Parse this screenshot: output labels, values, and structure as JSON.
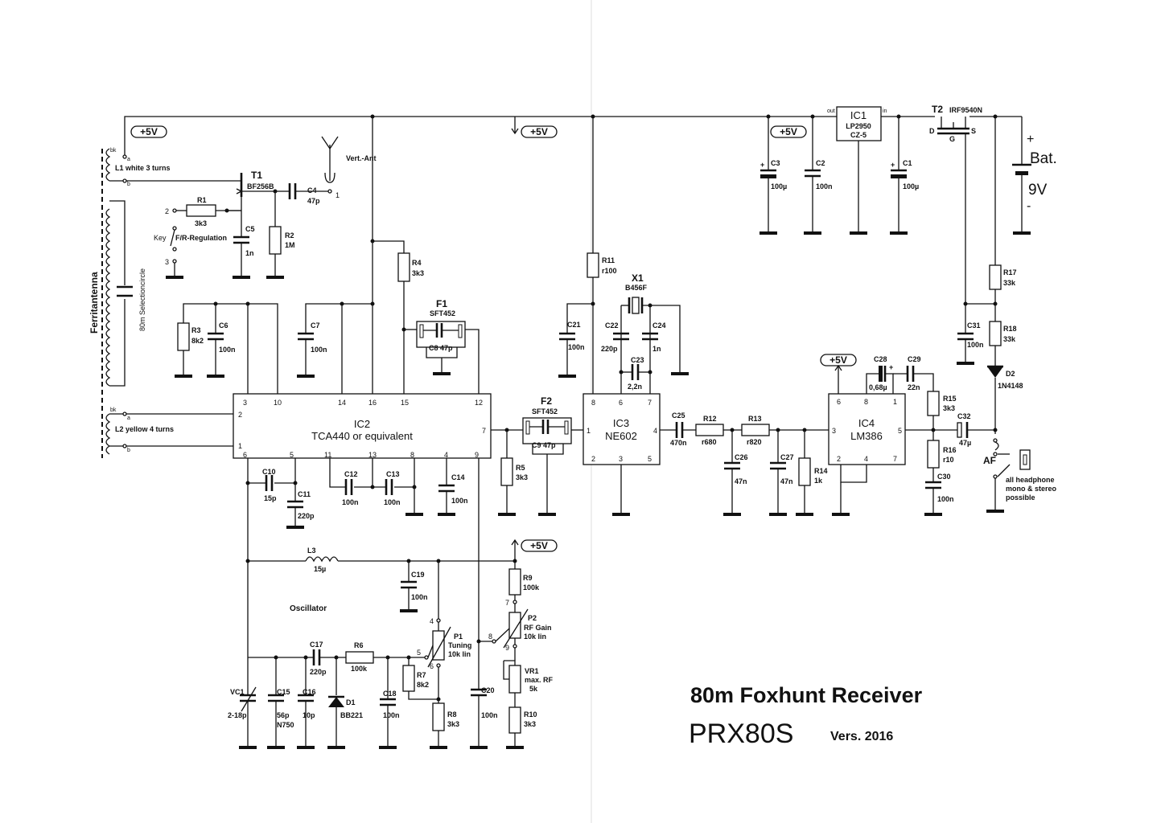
{
  "title": {
    "main": "80m Foxhunt Receiver",
    "model": "PRX80S",
    "version": "Vers. 2016"
  },
  "supply": {
    "rail": "+5V",
    "battery_plus": "+",
    "battery_label": "Bat.",
    "battery_voltage": "9V",
    "battery_minus": "-"
  },
  "antenna": {
    "ferrite": "Ferritantenna",
    "selection": "80m Selectioncircle",
    "l1": "L1 white  3 turns",
    "l2": "L2 yellow  4 turns",
    "bk": "bk",
    "a": "a",
    "b": "b",
    "vert": "Vert.-Ant",
    "pin1": "1",
    "pin2": "2",
    "pin3": "3",
    "key": "Key",
    "fr": "F/R-Regulation"
  },
  "ics": {
    "ic1": {
      "name": "IC1",
      "part1": "LP2950",
      "part2": "CZ-5",
      "out": "out",
      "in": "in"
    },
    "ic2": {
      "name": "IC2",
      "part": "TCA440 or equivalent"
    },
    "ic3": {
      "name": "IC3",
      "part": "NE602"
    },
    "ic4": {
      "name": "IC4",
      "part": "LM386"
    }
  },
  "ic2_pins": [
    "3",
    "10",
    "14",
    "16",
    "15",
    "12",
    "2",
    "1",
    "7",
    "6",
    "5",
    "11",
    "13",
    "8",
    "4",
    "9"
  ],
  "ic3_pins": [
    "8",
    "6",
    "7",
    "1",
    "4",
    "2",
    "3",
    "5"
  ],
  "ic4_pins": [
    "6",
    "8",
    "1",
    "3",
    "5",
    "2",
    "4",
    "7"
  ],
  "transistors": {
    "t1": {
      "name": "T1",
      "part": "BF256B"
    },
    "t2": {
      "name": "T2",
      "part": "IRF9540N",
      "d": "D",
      "s": "S",
      "g": "G"
    }
  },
  "filters": {
    "f1": {
      "name": "F1",
      "part": "SFT452",
      "cap": "C8 47p"
    },
    "f2": {
      "name": "F2",
      "part": "SFT452",
      "cap": "C9 47p"
    },
    "x1": {
      "name": "X1",
      "part": "B456F"
    }
  },
  "components": {
    "R1": {
      "ref": "R1",
      "val": "3k3"
    },
    "R2": {
      "ref": "R2",
      "val": "1M"
    },
    "R3": {
      "ref": "R3",
      "val": "8k2"
    },
    "R4": {
      "ref": "R4",
      "val": "3k3"
    },
    "R5": {
      "ref": "R5",
      "val": "3k3"
    },
    "R6": {
      "ref": "R6",
      "val": "100k"
    },
    "R7": {
      "ref": "R7",
      "val": "8k2"
    },
    "R8": {
      "ref": "R8",
      "val": "3k3"
    },
    "R9": {
      "ref": "R9",
      "val": "100k"
    },
    "R10": {
      "ref": "R10",
      "val": "3k3"
    },
    "R11": {
      "ref": "R11",
      "val": "r100"
    },
    "R12": {
      "ref": "R12",
      "val": "r680"
    },
    "R13": {
      "ref": "R13",
      "val": "r820"
    },
    "R14": {
      "ref": "R14",
      "val": "1k"
    },
    "R15": {
      "ref": "R15",
      "val": "3k3"
    },
    "R16": {
      "ref": "R16",
      "val": "r10"
    },
    "R17": {
      "ref": "R17",
      "val": "33k"
    },
    "R18": {
      "ref": "R18",
      "val": "33k"
    },
    "C1": {
      "ref": "C1",
      "val": "100µ"
    },
    "C2": {
      "ref": "C2",
      "val": "100n"
    },
    "C3": {
      "ref": "C3",
      "val": "100µ"
    },
    "C4": {
      "ref": "C4",
      "val": "47p"
    },
    "C5": {
      "ref": "C5",
      "val": "1n"
    },
    "C6": {
      "ref": "C6",
      "val": "100n"
    },
    "C7": {
      "ref": "C7",
      "val": "100n"
    },
    "C10": {
      "ref": "C10",
      "val": "15p"
    },
    "C11": {
      "ref": "C11",
      "val": "220p"
    },
    "C12": {
      "ref": "C12",
      "val": "100n"
    },
    "C13": {
      "ref": "C13",
      "val": "100n"
    },
    "C14": {
      "ref": "C14",
      "val": "100n"
    },
    "C15": {
      "ref": "C15",
      "val": "56p",
      "val2": "N750"
    },
    "C16": {
      "ref": "C16",
      "val": "10p"
    },
    "C17": {
      "ref": "C17",
      "val": "220p"
    },
    "C18": {
      "ref": "C18",
      "val": "100n"
    },
    "C19": {
      "ref": "C19",
      "val": "100n"
    },
    "C20": {
      "ref": "C20",
      "val": "100n"
    },
    "C21": {
      "ref": "C21",
      "val": "100n"
    },
    "C22": {
      "ref": "C22",
      "val": "220p"
    },
    "C23": {
      "ref": "C23",
      "val": "2,2n"
    },
    "C24": {
      "ref": "C24",
      "val": "1n"
    },
    "C25": {
      "ref": "C25",
      "val": "470n"
    },
    "C26": {
      "ref": "C26",
      "val": "47n"
    },
    "C27": {
      "ref": "C27",
      "val": "47n"
    },
    "C28": {
      "ref": "C28",
      "val": "0,68µ"
    },
    "C29": {
      "ref": "C29",
      "val": "22n"
    },
    "C30": {
      "ref": "C30",
      "val": "100n"
    },
    "C31": {
      "ref": "C31",
      "val": "100n"
    },
    "C32": {
      "ref": "C32",
      "val": "47µ"
    },
    "L3": {
      "ref": "L3",
      "val": "15µ"
    },
    "VC1": {
      "ref": "VC1",
      "val": "2-18p"
    },
    "D1": {
      "ref": "D1",
      "val": "BB221"
    },
    "D2": {
      "ref": "D2",
      "val": "1N4148"
    }
  },
  "pots": {
    "p1": {
      "ref": "P1",
      "l1": "Tuning",
      "l2": "10k lin",
      "pins": [
        "4",
        "5",
        "6"
      ]
    },
    "p2": {
      "ref": "P2",
      "l1": "RF Gain",
      "l2": "10k lin",
      "pins": [
        "7",
        "8",
        "9"
      ]
    },
    "vr1": {
      "ref": "VR1",
      "l1": "max. RF",
      "l2": "5k"
    }
  },
  "section": {
    "oscillator": "Oscillator"
  },
  "output": {
    "af": "AF",
    "note1": "all headphone",
    "note2": "mono & stereo",
    "note3": "possible"
  },
  "plus": "+"
}
